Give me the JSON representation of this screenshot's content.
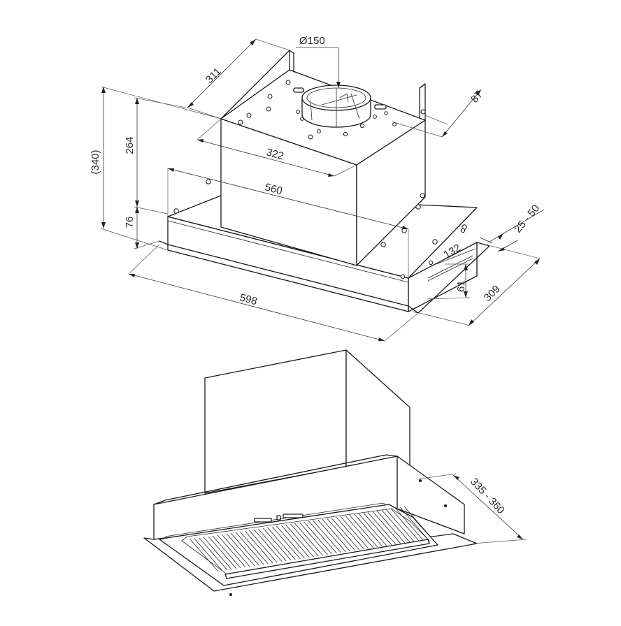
{
  "drawing": {
    "top_view": {
      "dims": {
        "duct_diameter": "Ø150",
        "depth_upper_box": "311",
        "height_upper_box": "264",
        "height_total": "(340)",
        "height_body": "76",
        "width_upper_box": "322",
        "width_inner": "560",
        "width_total": "598",
        "offset_duct": "87",
        "flange_range": "25 - 50",
        "depth_front": "132",
        "height_front": "61",
        "depth_total": "309"
      }
    },
    "bottom_view": {
      "dims": {
        "depth_range": "335 - 360"
      }
    }
  }
}
